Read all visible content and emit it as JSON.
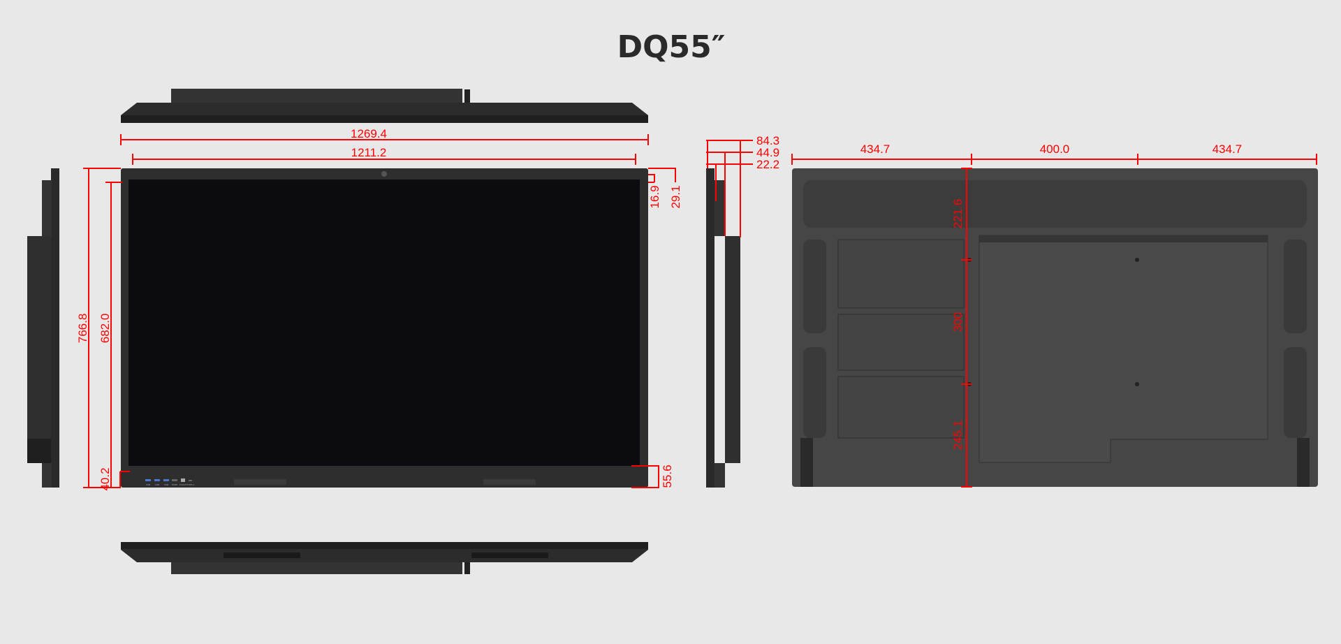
{
  "title": "DQ55″",
  "front": {
    "width_overall": "1269.4",
    "width_screen": "1211.2",
    "height_overall": "766.8",
    "height_screen": "682.0",
    "bezel_bottom_left": "40.2",
    "bezel_top_inner": "16.9",
    "bezel_top_outer": "29.1",
    "bezel_bottom_right": "55.6",
    "ports": [
      "USB",
      "USB",
      "USB",
      "HDMI",
      "TOUCH",
      "TYPE-C"
    ]
  },
  "side": {
    "depth_max": "84.3",
    "depth_mid": "44.9",
    "depth_min": "22.2"
  },
  "back": {
    "h_left": "434.7",
    "h_vesa": "400.0",
    "h_right": "434.7",
    "v_top": "221.6",
    "v_vesa": "300",
    "v_bottom": "245.1"
  },
  "colors": {
    "dimension": "#ff0000",
    "background": "#e8e8e8",
    "body": "#2e2e2e"
  }
}
